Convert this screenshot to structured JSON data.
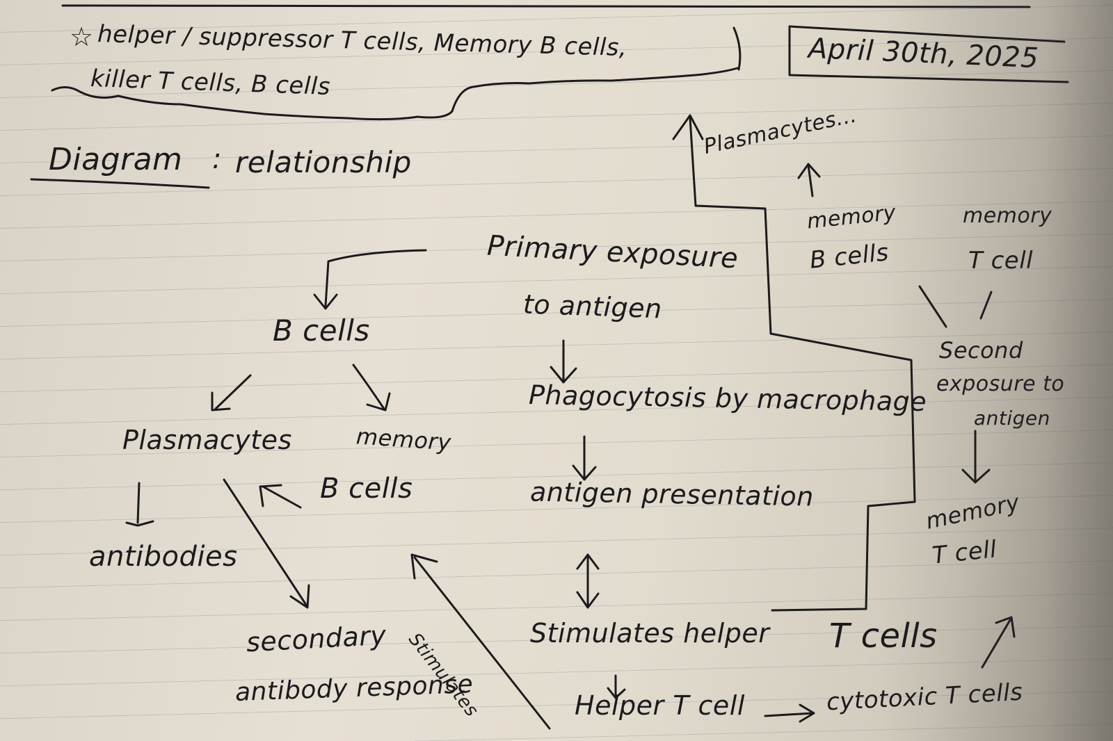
{
  "header": {
    "star_symbol": "☆",
    "topics_line1": "helper / suppressor T cells, Memory B cells,",
    "topics_line2": "killer T cells, B cells",
    "date": "April 30th, 2025"
  },
  "heading": {
    "label": "Diagram",
    "separator": ":",
    "subject": "relationship"
  },
  "nodes": {
    "primary_exposure": "Primary exposure",
    "to_antigen": "to antigen",
    "phagocytosis": "Phagocytosis by macrophage",
    "antigen_presentation": "antigen presentation",
    "stimulates_helper": "Stimulates helper",
    "t_cells": "T cells",
    "helper_t_cell": "Helper T cell",
    "cytotoxic_t_cells": "cytotoxic T cells",
    "b_cells": "B cells",
    "plasmacytes": "Plasmacytes",
    "memory_b": "memory",
    "memory_b_cells": "B cells",
    "antibodies": "antibodies",
    "secondary": "secondary",
    "antibody_response": "antibody response",
    "stimulates_label": "Stimulates",
    "plasmacytes_top": "Plasmacytes...",
    "memory_top_b": "memory",
    "memory_top_b_cells": "B cells",
    "memory_top_t": "memory",
    "memory_top_t_cell": "T cell",
    "second_exposure_1": "Second",
    "second_exposure_2": "exposure to",
    "second_exposure_3": "antigen",
    "memory_t_bottom": "memory",
    "memory_t_bottom_cell": "T cell"
  }
}
